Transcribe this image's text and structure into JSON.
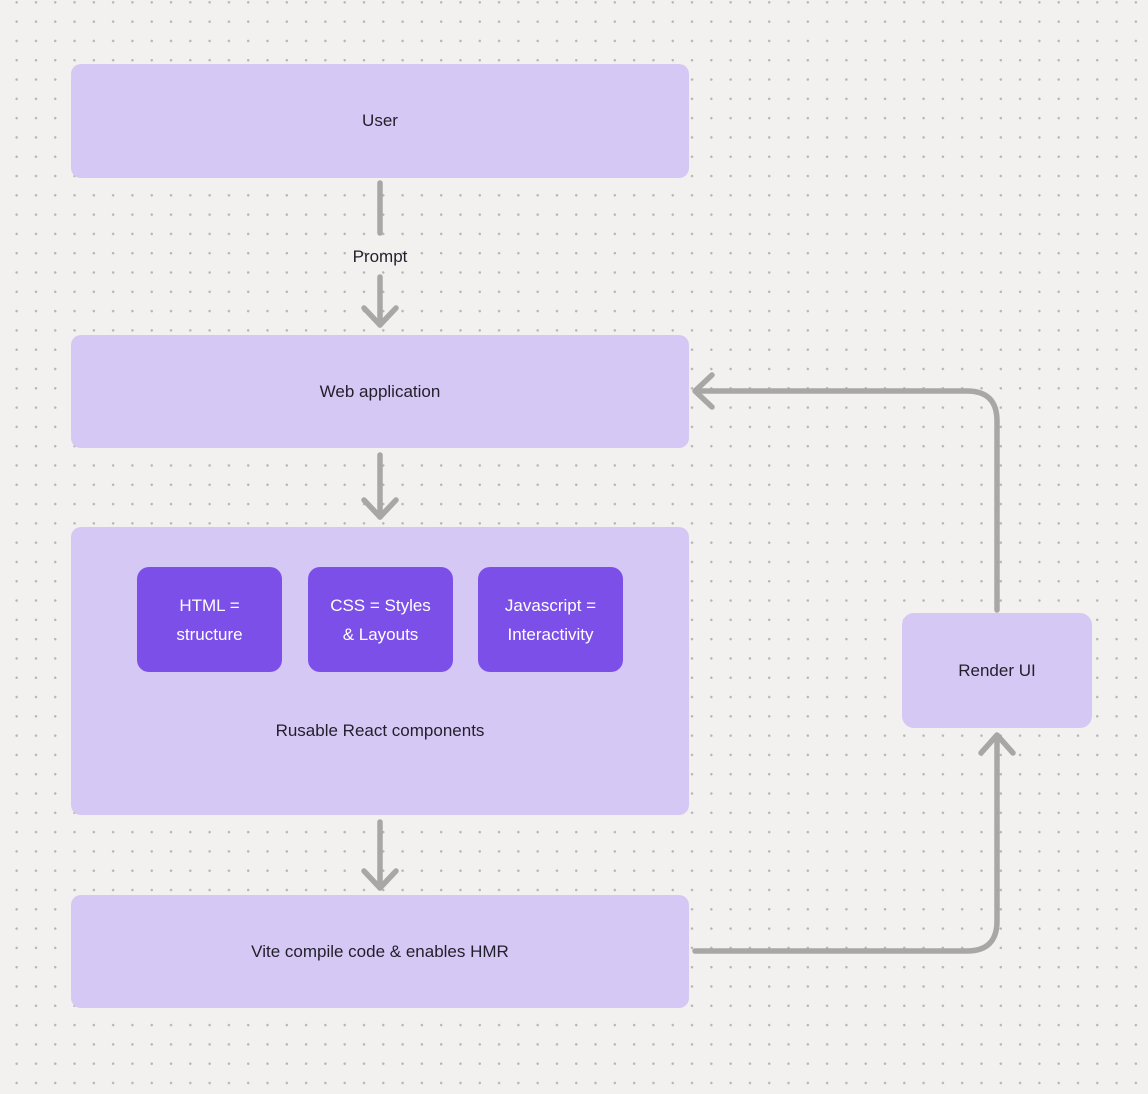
{
  "colors": {
    "background": "#f2f1ef",
    "dot": "#b9b7b5",
    "node_fill": "#d6c8f4",
    "chip_fill": "#7c4fe9",
    "chip_text": "#ffffff",
    "text": "#211f2a",
    "connector": "#a9a7a5"
  },
  "nodes": {
    "user": {
      "label": "User"
    },
    "web_application": {
      "label": "Web application"
    },
    "components_group": {
      "caption": "Rusable React components"
    },
    "vite": {
      "label": "Vite compile code & enables HMR"
    },
    "render_ui": {
      "label": "Render UI"
    }
  },
  "chips": [
    {
      "lines": [
        "HTML =",
        "structure"
      ]
    },
    {
      "lines": [
        "CSS = Styles",
        "& Layouts"
      ]
    },
    {
      "lines": [
        "Javascript =",
        "Interactivity"
      ]
    }
  ],
  "edges": {
    "prompt_label": "Prompt"
  }
}
